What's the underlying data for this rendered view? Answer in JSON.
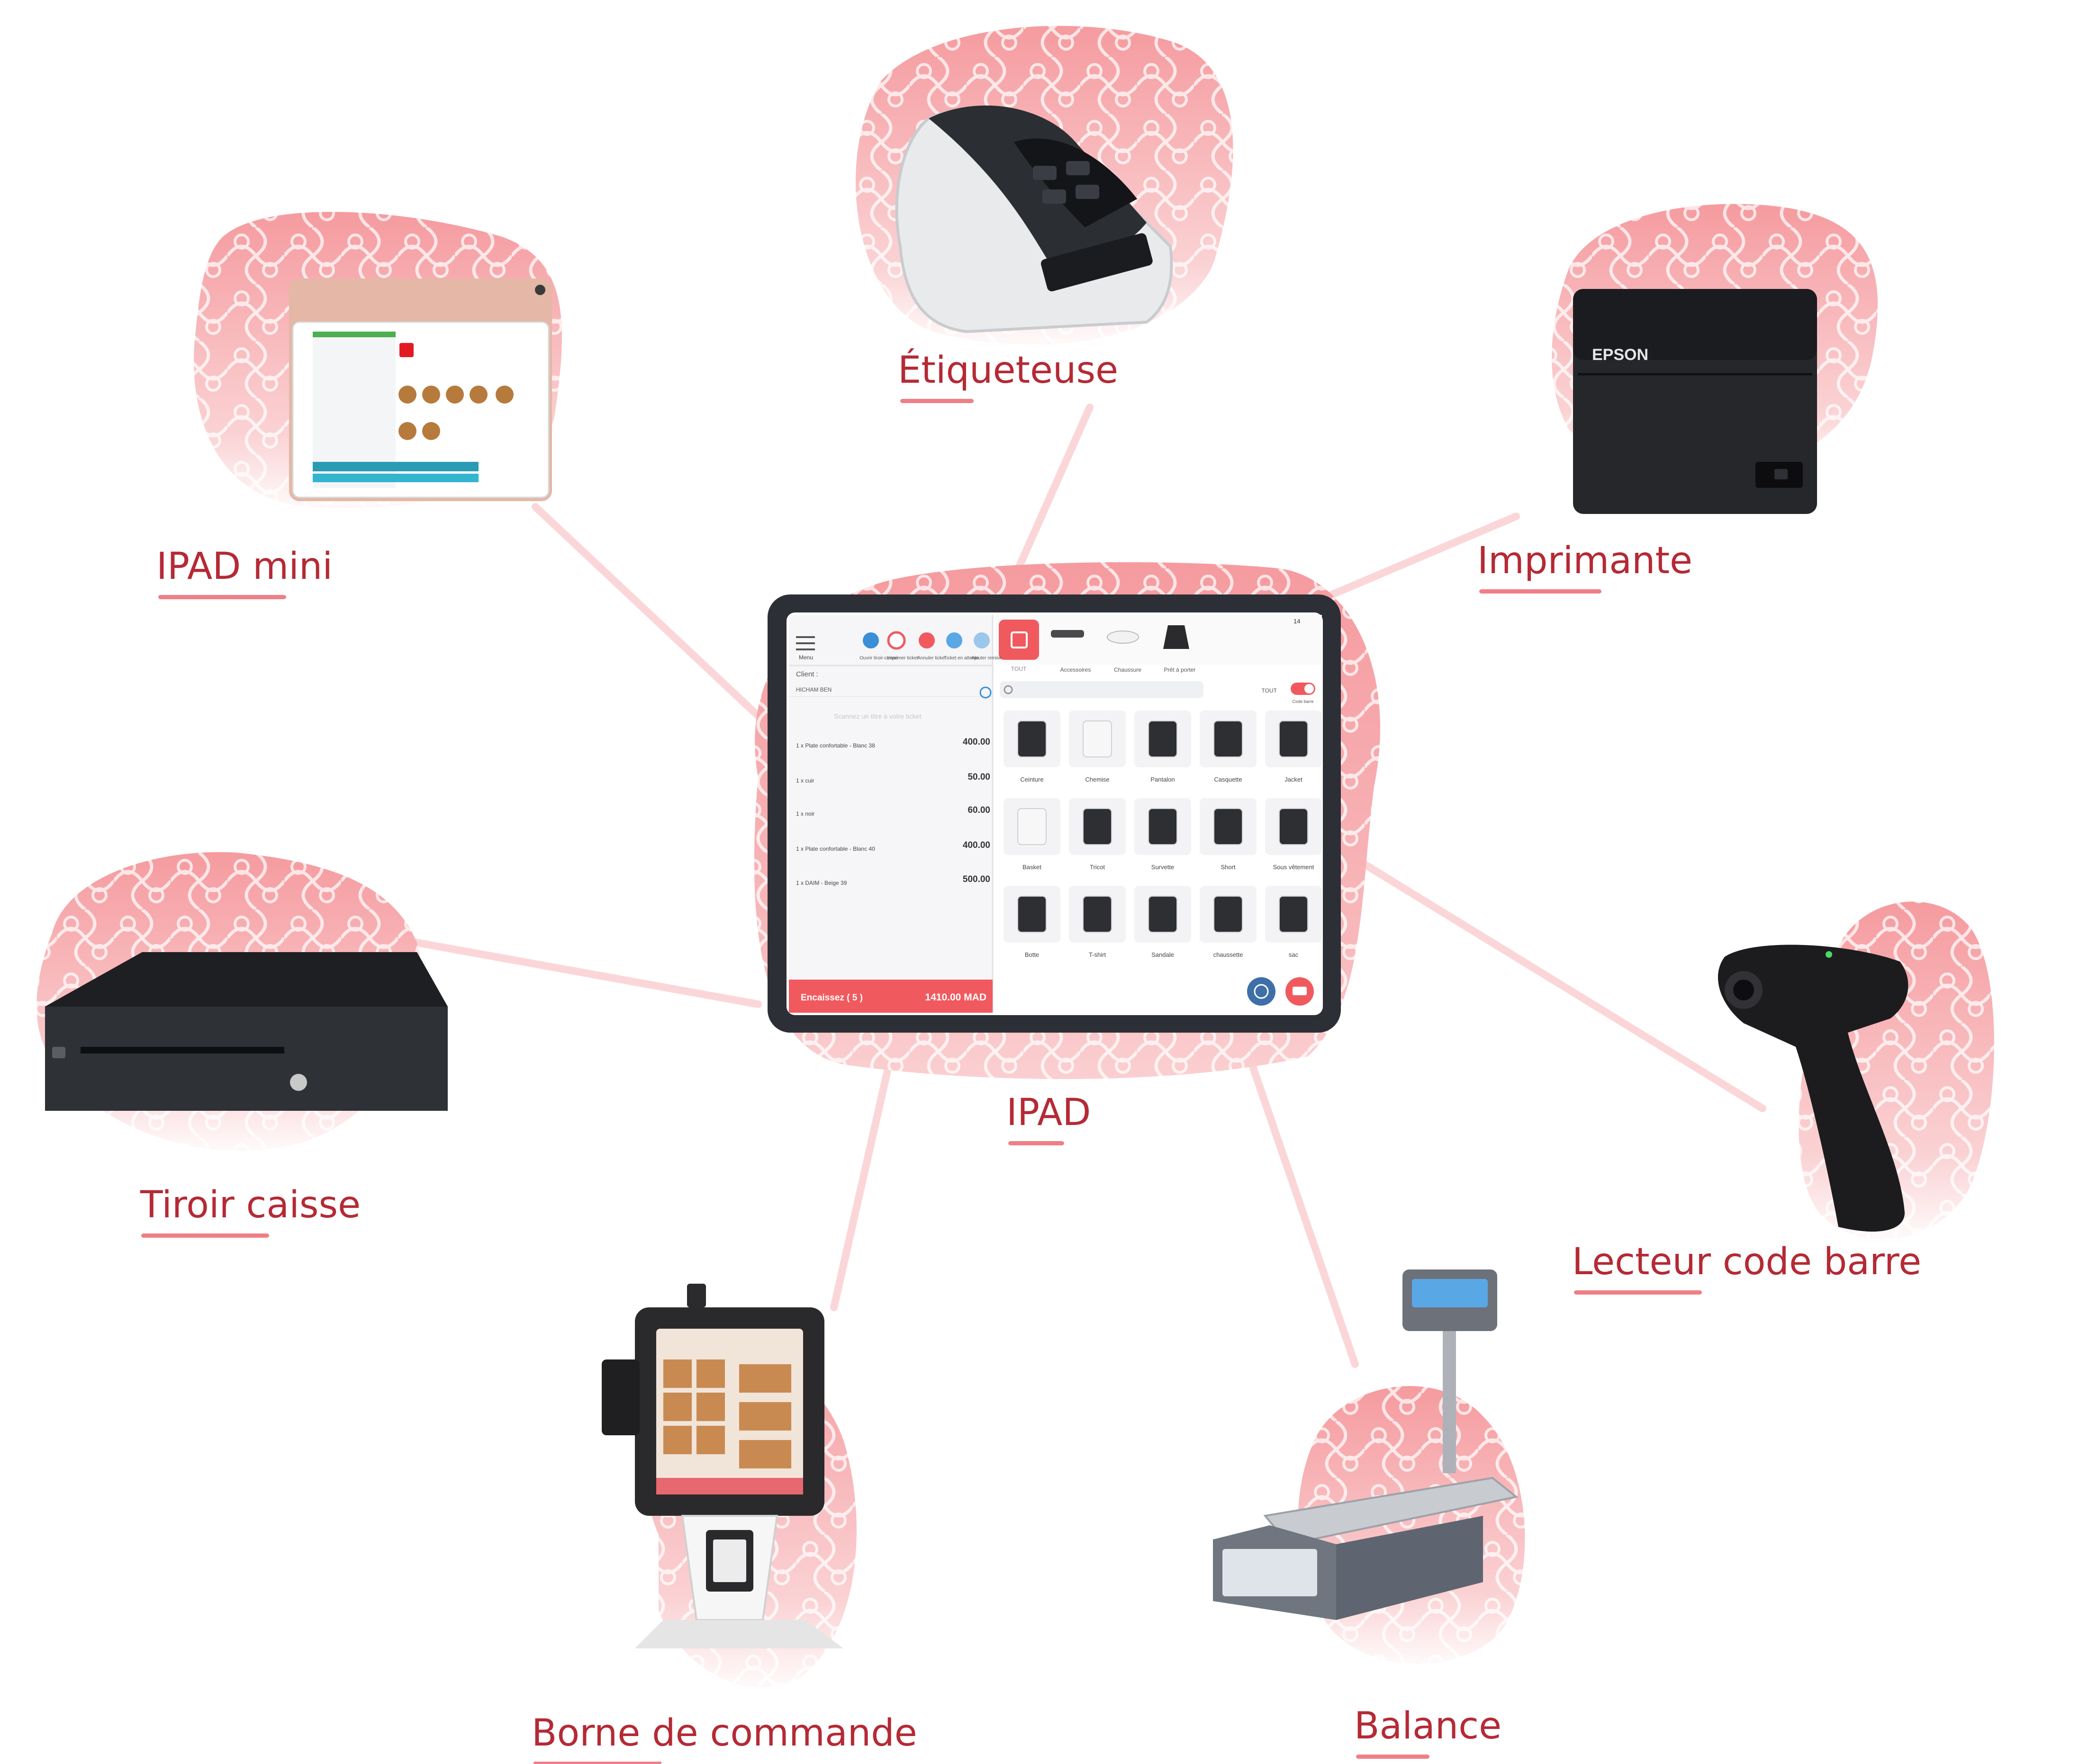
{
  "labels": {
    "etiqueteuse": "Étiqueteuse",
    "imprimante": "Imprimante",
    "ipad_mini": "IPAD mini",
    "ipad": "IPAD",
    "tiroir": "Tiroir caisse",
    "lecteur": "Lecteur code barre",
    "borne": "Borne de commande",
    "balance": "Balance"
  },
  "printer": {
    "brand": "EPSON"
  },
  "pos": {
    "status_time": "14",
    "menu_label": "Menu",
    "toolbar": [
      "Ouvrir tiroir-caisse",
      "Imprimer ticket",
      "Annuler ticket",
      "Ticket en attente",
      "Ajouter remise"
    ],
    "client_label": "Client :",
    "client_name": "HICHAM BEN",
    "scan_placeholder": "Scannez un titre à votre ticket",
    "ticket_lines": [
      {
        "desc": "1 x Plate confortable - Blanc 38",
        "price": "400.00"
      },
      {
        "desc": "1 x cuir",
        "price": "50.00"
      },
      {
        "desc": "1 x noir",
        "price": "60.00"
      },
      {
        "desc": "1 x Plate confortable - Blanc 40",
        "price": "400.00"
      },
      {
        "desc": "1 x DAIM - Beige 39",
        "price": "500.00"
      }
    ],
    "pay_label": "Encaissez ( 5 )",
    "total": "1410.00 MAD",
    "categories": [
      "TOUT",
      "Accessoires",
      "Chaussure",
      "Prêt à porter"
    ],
    "filter_label": "TOUT",
    "toggle_label": "Code barre",
    "products": [
      "Ceinture",
      "Chemise",
      "Pantalon",
      "Casquette",
      "Jacket",
      "Basket",
      "Tricot",
      "Survette",
      "Short",
      "Sous vêtement",
      "Botte",
      "T-shirt",
      "Sandale",
      "chaussette",
      "sac"
    ]
  },
  "colors": {
    "accent": "#f05a5f",
    "label": "#b42a35",
    "blob": "#f7a3a6",
    "connector": "#fbd7d8"
  }
}
